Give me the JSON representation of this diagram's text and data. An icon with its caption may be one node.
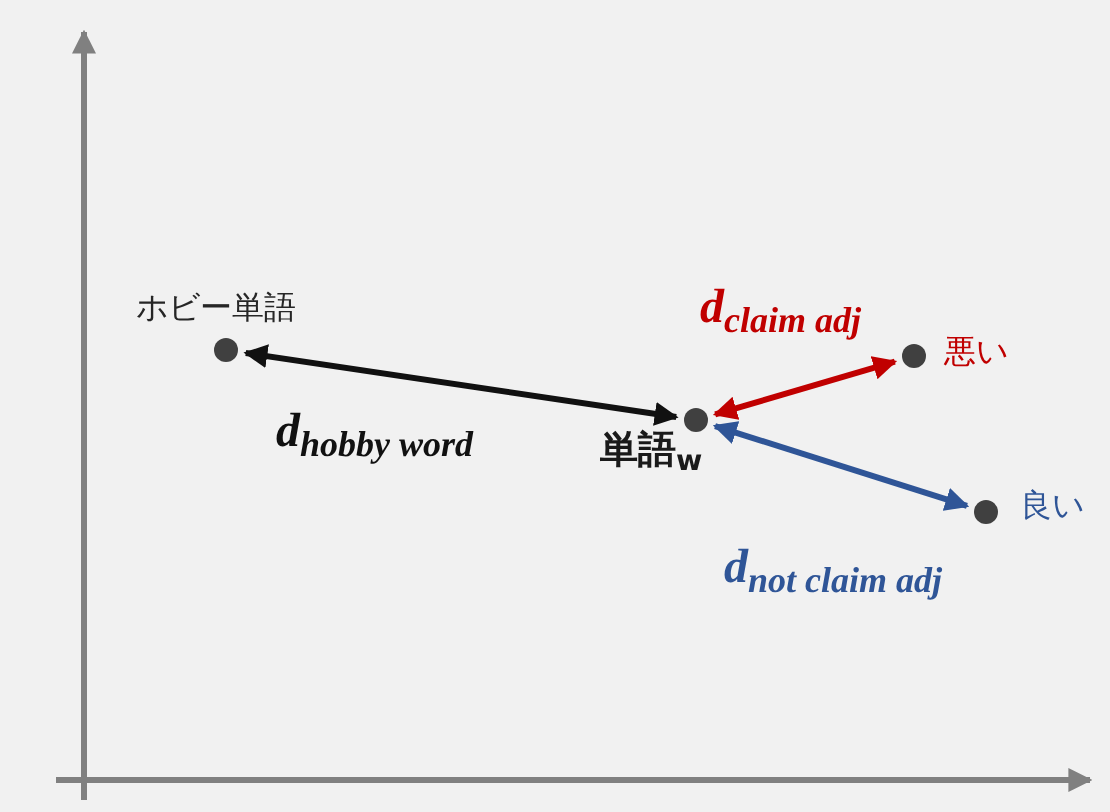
{
  "diagram": {
    "nodes": [
      {
        "text": [],
        "shape": "circle",
        "beside": [
          "ホビー単語"
        ]
      },
      {
        "text": [],
        "shape": "circle",
        "beside": [
          "単語$_{w}$"
        ]
      },
      {
        "text": [],
        "shape": "circle",
        "beside": [
          "悪い"
        ]
      },
      {
        "text": [],
        "shape": "circle",
        "beside": [
          "良い"
        ]
      }
    ],
    "edges": [
      {
        "from": 0,
        "to": 1,
        "arrow": "both",
        "label": "d$_{hobby word}$"
      },
      {
        "from": 1,
        "to": 2,
        "arrow": "both",
        "label": "d$_{claim adj}$",
        "color": "#c00000"
      },
      {
        "from": 1,
        "to": 3,
        "arrow": "both",
        "label": "d$_{not claim adj}$",
        "color": "#2f5597"
      }
    ]
  }
}
